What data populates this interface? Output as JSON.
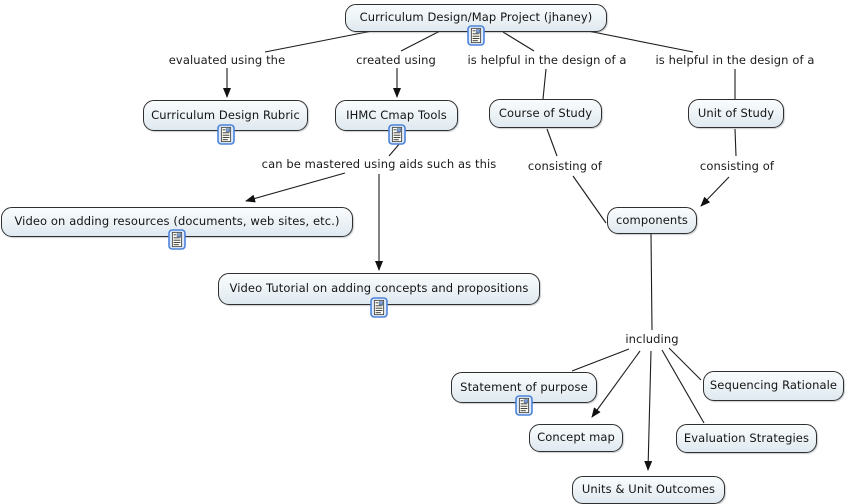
{
  "map": {
    "background_color": "#ffffff",
    "node_fill_top": "#fafcfd",
    "node_fill_bottom": "#dfe9f0",
    "node_border_color": "#2f2f2f",
    "line_color": "#1c1c1c",
    "text_color": "#161616",
    "icon_border_color": "#4c83da",
    "icon_name": "resource-document-icon"
  },
  "concepts": [
    {
      "id": "curriculum-design-map-project",
      "label": "Curriculum Design/Map Project (jhaney)",
      "has_resource_icon": true
    },
    {
      "id": "curriculum-design-rubric",
      "label": "Curriculum Design Rubric",
      "has_resource_icon": true
    },
    {
      "id": "ihmc-cmap-tools",
      "label": "IHMC Cmap Tools",
      "has_resource_icon": true
    },
    {
      "id": "course-of-study",
      "label": "Course of Study",
      "has_resource_icon": false
    },
    {
      "id": "unit-of-study",
      "label": "Unit of Study",
      "has_resource_icon": false
    },
    {
      "id": "video-on-adding-resources",
      "label": "Video on adding resources (documents, web sites, etc.)",
      "has_resource_icon": true
    },
    {
      "id": "video-tutorial-concepts-propositions",
      "label": "Video Tutorial on adding concepts and propositions",
      "has_resource_icon": true
    },
    {
      "id": "components",
      "label": "components",
      "has_resource_icon": false
    },
    {
      "id": "statement-of-purpose",
      "label": "Statement of purpose",
      "has_resource_icon": true
    },
    {
      "id": "concept-map",
      "label": "Concept map",
      "has_resource_icon": false
    },
    {
      "id": "sequencing-rationale",
      "label": "Sequencing Rationale",
      "has_resource_icon": false
    },
    {
      "id": "evaluation-strategies",
      "label": "Evaluation Strategies",
      "has_resource_icon": false
    },
    {
      "id": "units-and-unit-outcomes",
      "label": "Units & Unit Outcomes",
      "has_resource_icon": false
    }
  ],
  "linking_phrases": [
    {
      "id": "evaluated-using-the",
      "label": "evaluated using the"
    },
    {
      "id": "created-using",
      "label": "created using"
    },
    {
      "id": "is-helpful-in-the-design-of-a-1",
      "label": "is helpful in the design of a"
    },
    {
      "id": "is-helpful-in-the-design-of-a-2",
      "label": "is helpful in the design of a"
    },
    {
      "id": "can-be-mastered-using-aids",
      "label": "can be mastered using aids such as this"
    },
    {
      "id": "consisting-of-1",
      "label": "consisting of"
    },
    {
      "id": "consisting-of-2",
      "label": "consisting of"
    },
    {
      "id": "including",
      "label": "including"
    }
  ]
}
